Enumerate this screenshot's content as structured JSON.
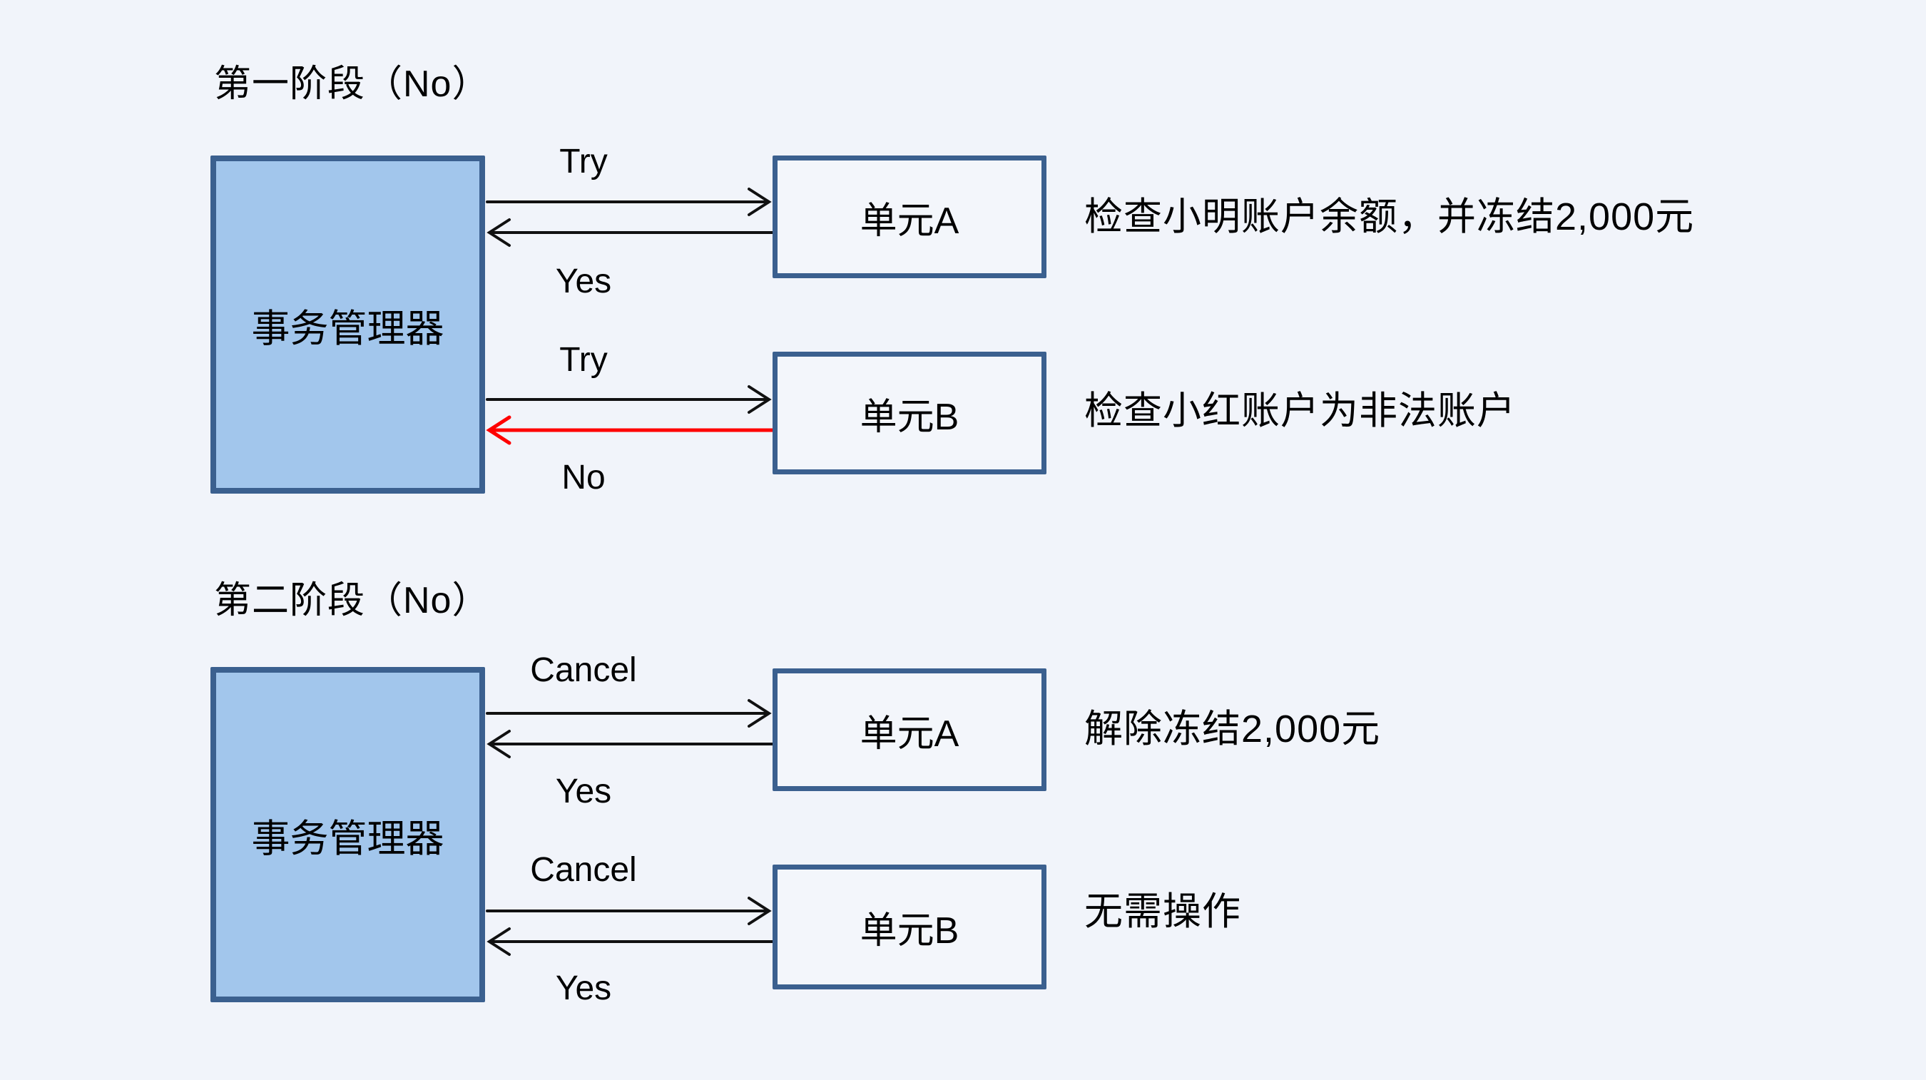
{
  "colors": {
    "background": "#F1F4FA",
    "manager_fill": "#A2C6EC",
    "box_border": "#3B608F",
    "unit_fill": "#F3F6FB",
    "arrow_black": "#111111",
    "arrow_red": "#FF0000",
    "text": "#000000"
  },
  "phase1": {
    "title": "第一阶段（No）",
    "manager_label": "事务管理器",
    "unitA": {
      "label": "单元A",
      "request_label": "Try",
      "response_label": "Yes",
      "note": "检查小明账户余额，并冻结2,000元"
    },
    "unitB": {
      "label": "单元B",
      "request_label": "Try",
      "response_label": "No",
      "note": "检查小红账户为非法账户"
    }
  },
  "phase2": {
    "title": "第二阶段（No）",
    "manager_label": "事务管理器",
    "unitA": {
      "label": "单元A",
      "request_label": "Cancel",
      "response_label": "Yes",
      "note": "解除冻结2,000元"
    },
    "unitB": {
      "label": "单元B",
      "request_label": "Cancel",
      "response_label": "Yes",
      "note": "无需操作"
    }
  }
}
